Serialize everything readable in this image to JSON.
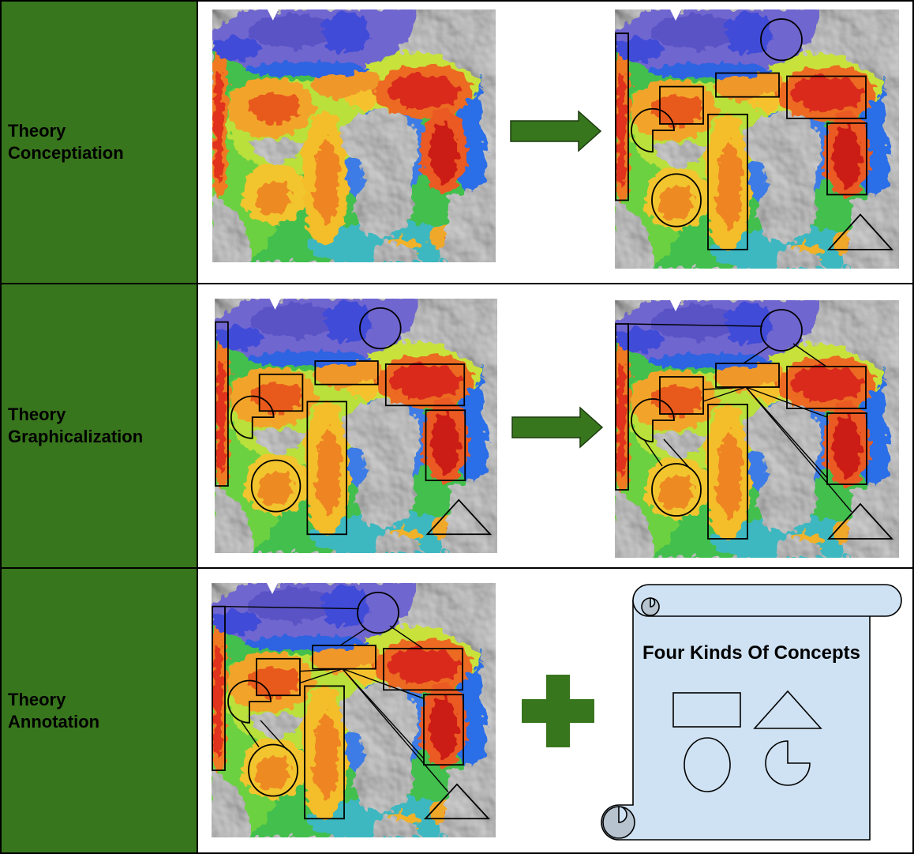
{
  "rows": [
    {
      "label_lines": [
        "Theory",
        "Conceptiation"
      ]
    },
    {
      "label_lines": [
        "Theory",
        "Graphicalization"
      ]
    },
    {
      "label_lines": [
        "Theory",
        "Annotation"
      ]
    }
  ],
  "scroll": {
    "title": "Four Kinds Of Concepts",
    "concept_icons": [
      "rectangle-icon",
      "triangle-icon",
      "circle-icon",
      "pacman-icon"
    ]
  },
  "icons": {
    "step": "arrow-right-icon",
    "combine": "plus-icon",
    "document": "scroll-icon"
  },
  "colors": {
    "label_cell": "#38761d",
    "scroll": "#cfe2f3",
    "scroll_curl": "#b7c3cf",
    "border": "#000000"
  }
}
